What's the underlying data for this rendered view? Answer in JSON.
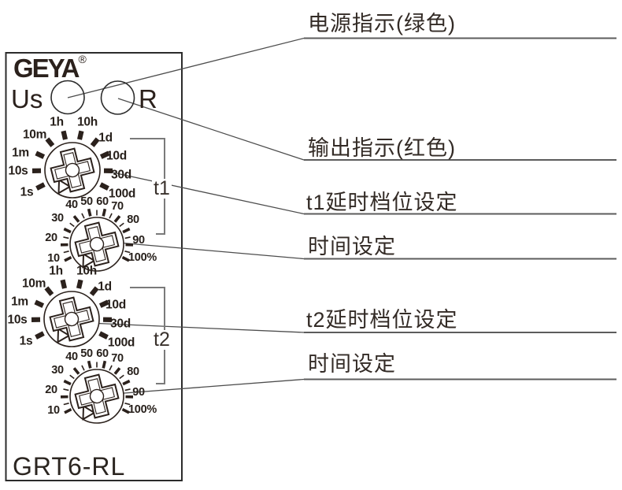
{
  "device": {
    "brand": "GEYA",
    "registered_mark": "®",
    "model": "GRT6-RL",
    "indicators": [
      {
        "label": "Us"
      },
      {
        "label": "R"
      }
    ],
    "sections": [
      {
        "label": "t1"
      },
      {
        "label": "t2"
      }
    ]
  },
  "dials": {
    "time_range_labels": [
      "1s",
      "10s",
      "1m",
      "10m",
      "1h",
      "10h",
      "1d",
      "10d",
      "30d",
      "100d"
    ],
    "percent_labels": [
      "10",
      "20",
      "30",
      "40",
      "50",
      "60",
      "70",
      "80",
      "90",
      "100%"
    ]
  },
  "annotations": [
    {
      "text": "电源指示(绿色)"
    },
    {
      "text": "输出指示(红色)"
    },
    {
      "text": "t1延时档位设定"
    },
    {
      "text": "时间设定"
    },
    {
      "text": "t2延时档位设定"
    },
    {
      "text": "时间设定"
    }
  ],
  "colors": {
    "ink": "#2b211c",
    "leader_line": "#4d4d4d",
    "underline": "#5c5c5c",
    "bracket": "#7a7a7a"
  }
}
